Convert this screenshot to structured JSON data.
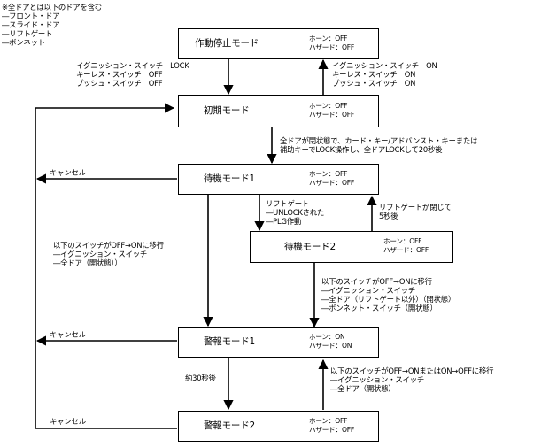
{
  "notes": [
    "※全ドアとは以下のドアを含む",
    "―フロント・ドア",
    "―スライド・ドア",
    "―リフトゲート",
    "―ボンネット"
  ],
  "modes": {
    "stop": {
      "name": "作動停止モード",
      "horn": "ホーン：OFF",
      "hazard": "ハザード：OFF"
    },
    "initial": {
      "name": "初期モード",
      "horn": "ホーン：OFF",
      "hazard": "ハザード：OFF"
    },
    "standby1": {
      "name": "待機モード1",
      "horn": "ホーン：OFF",
      "hazard": "ハザード：OFF"
    },
    "standby2": {
      "name": "待機モード2",
      "horn": "ホーン：OFF",
      "hazard": "ハザード：OFF"
    },
    "alarm1": {
      "name": "警報モード1",
      "horn": "ホーン：ON",
      "hazard": "ハザード：ON"
    },
    "alarm2": {
      "name": "警報モード2",
      "horn": "ホーン：OFF",
      "hazard": "ハザード：OFF"
    }
  },
  "labels": {
    "stop_to_initial": [
      "イグニッション・スイッチ　LOCK",
      "キーレス・スイッチ　OFF",
      "プッシュ・スイッチ　OFF"
    ],
    "initial_to_stop": [
      "イグニッション・スイッチ　ON",
      "キーレス・スイッチ　ON",
      "プッシュ・スイッチ　ON"
    ],
    "initial_to_standby1": [
      "全ドアが閉状態で、カード・キー/アドバンスト・キーまたは",
      "補助キーでLOCK操作し、全ドアLOCKして20秒後"
    ],
    "standby1_to_standby2": [
      "リフトゲート",
      "―UNLOCKされた",
      "―PLG作動"
    ],
    "standby2_to_standby1": [
      "リフトゲートが閉じて",
      "5秒後"
    ],
    "standby1_to_alarm1": [
      "以下のスイッチがOFF→ONに移行",
      "―イグニッション・スイッチ",
      "―全ドア（開状態））"
    ],
    "standby2_to_alarm1": [
      "以下のスイッチがOFF→ONに移行",
      "―イグニッション・スイッチ",
      "―全ドア（リフトゲート以外）（開状態）",
      "―ボンネット・スイッチ（開状態）"
    ],
    "alarm1_to_alarm2": "約30秒後",
    "alarm2_to_alarm1": [
      "以下のスイッチがOFF→ONまたはON→OFFに移行",
      "―イグニッション・スイッチ",
      "―全ドア（開状態）"
    ],
    "cancel": "キャンセル"
  }
}
